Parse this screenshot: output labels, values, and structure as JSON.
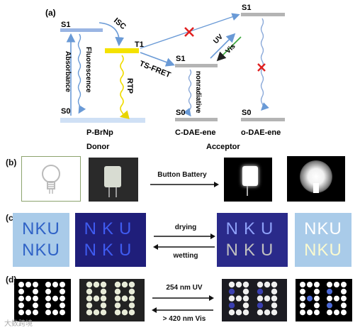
{
  "panel_a": {
    "label": "(a)",
    "states": {
      "s1_donor": "S1",
      "s0_donor": "S0",
      "t1": "T1",
      "s1_acc": "S1",
      "s0_acc": "S0",
      "s1_open": "S1",
      "s0_open": "S0"
    },
    "processes": {
      "isc": "ISC",
      "absorbance": "Absorbance",
      "fluorescence": "Fluorescence",
      "rtp": "RTP",
      "tsfret": "TS-FRET",
      "nonradiative": "nonradiative",
      "uv": "UV",
      "vis": "Vis"
    },
    "molecules": {
      "donor_name": "P-BrNp",
      "acc_closed": "C-DAE-ene",
      "acc_open": "o-DAE-ene"
    },
    "roles": {
      "donor": "Donor",
      "acceptor": "Acceptor"
    }
  },
  "panel_b": {
    "label": "(b)",
    "arrow_text": "Button Battery"
  },
  "panel_c": {
    "label": "(c)",
    "top_arrow": "drying",
    "bottom_arrow": "wetting",
    "word": "NKU"
  },
  "panel_d": {
    "label": "(d)",
    "top_arrow": "254 nm UV",
    "bottom_arrow": "> 420 nm Vis"
  },
  "watermark": "大数跨境",
  "colors": {
    "s1_blue": "#8fb0e0",
    "t1_yellow": "#f4e200",
    "gray_level": "#b0b0b0",
    "cross_red": "#e02020"
  }
}
